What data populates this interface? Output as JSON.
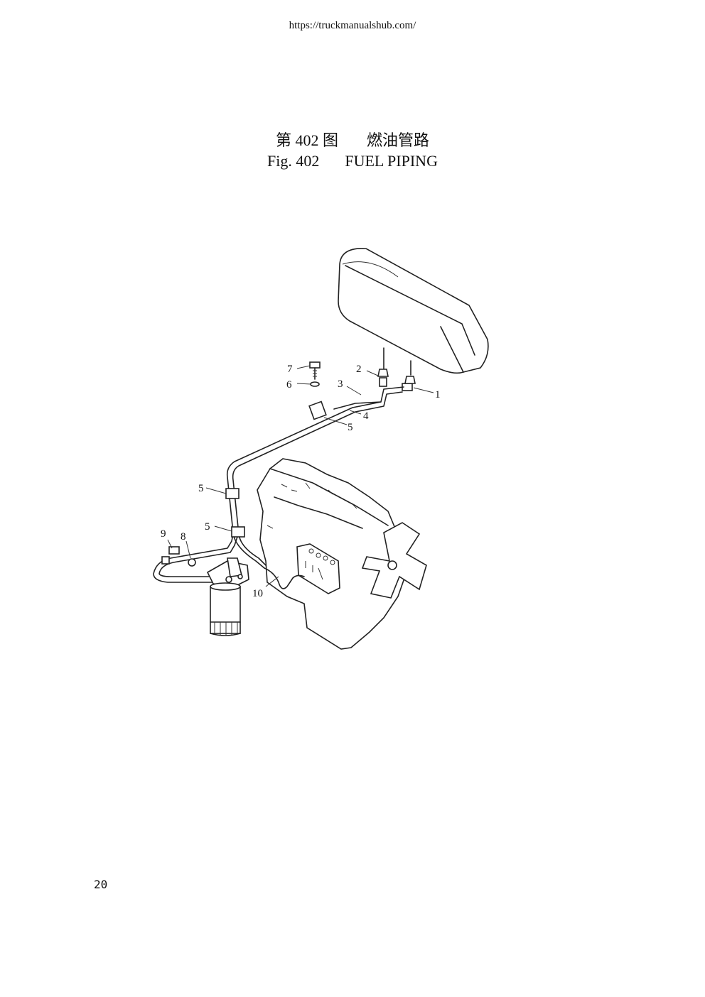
{
  "header": {
    "url": "https://truckmanualshub.com/"
  },
  "figure": {
    "title_cn_number": "第 402 图",
    "title_cn_name": "燃油管路",
    "title_en_number": "Fig. 402",
    "title_en_name": "FUEL PIPING",
    "callouts": {
      "c1": "1",
      "c2": "2",
      "c3": "3",
      "c4": "4",
      "c5a": "5",
      "c5b": "5",
      "c5c": "5",
      "c6": "6",
      "c7": "7",
      "c8": "8",
      "c9": "9",
      "c10": "10"
    }
  },
  "footer": {
    "page_number": "20"
  }
}
